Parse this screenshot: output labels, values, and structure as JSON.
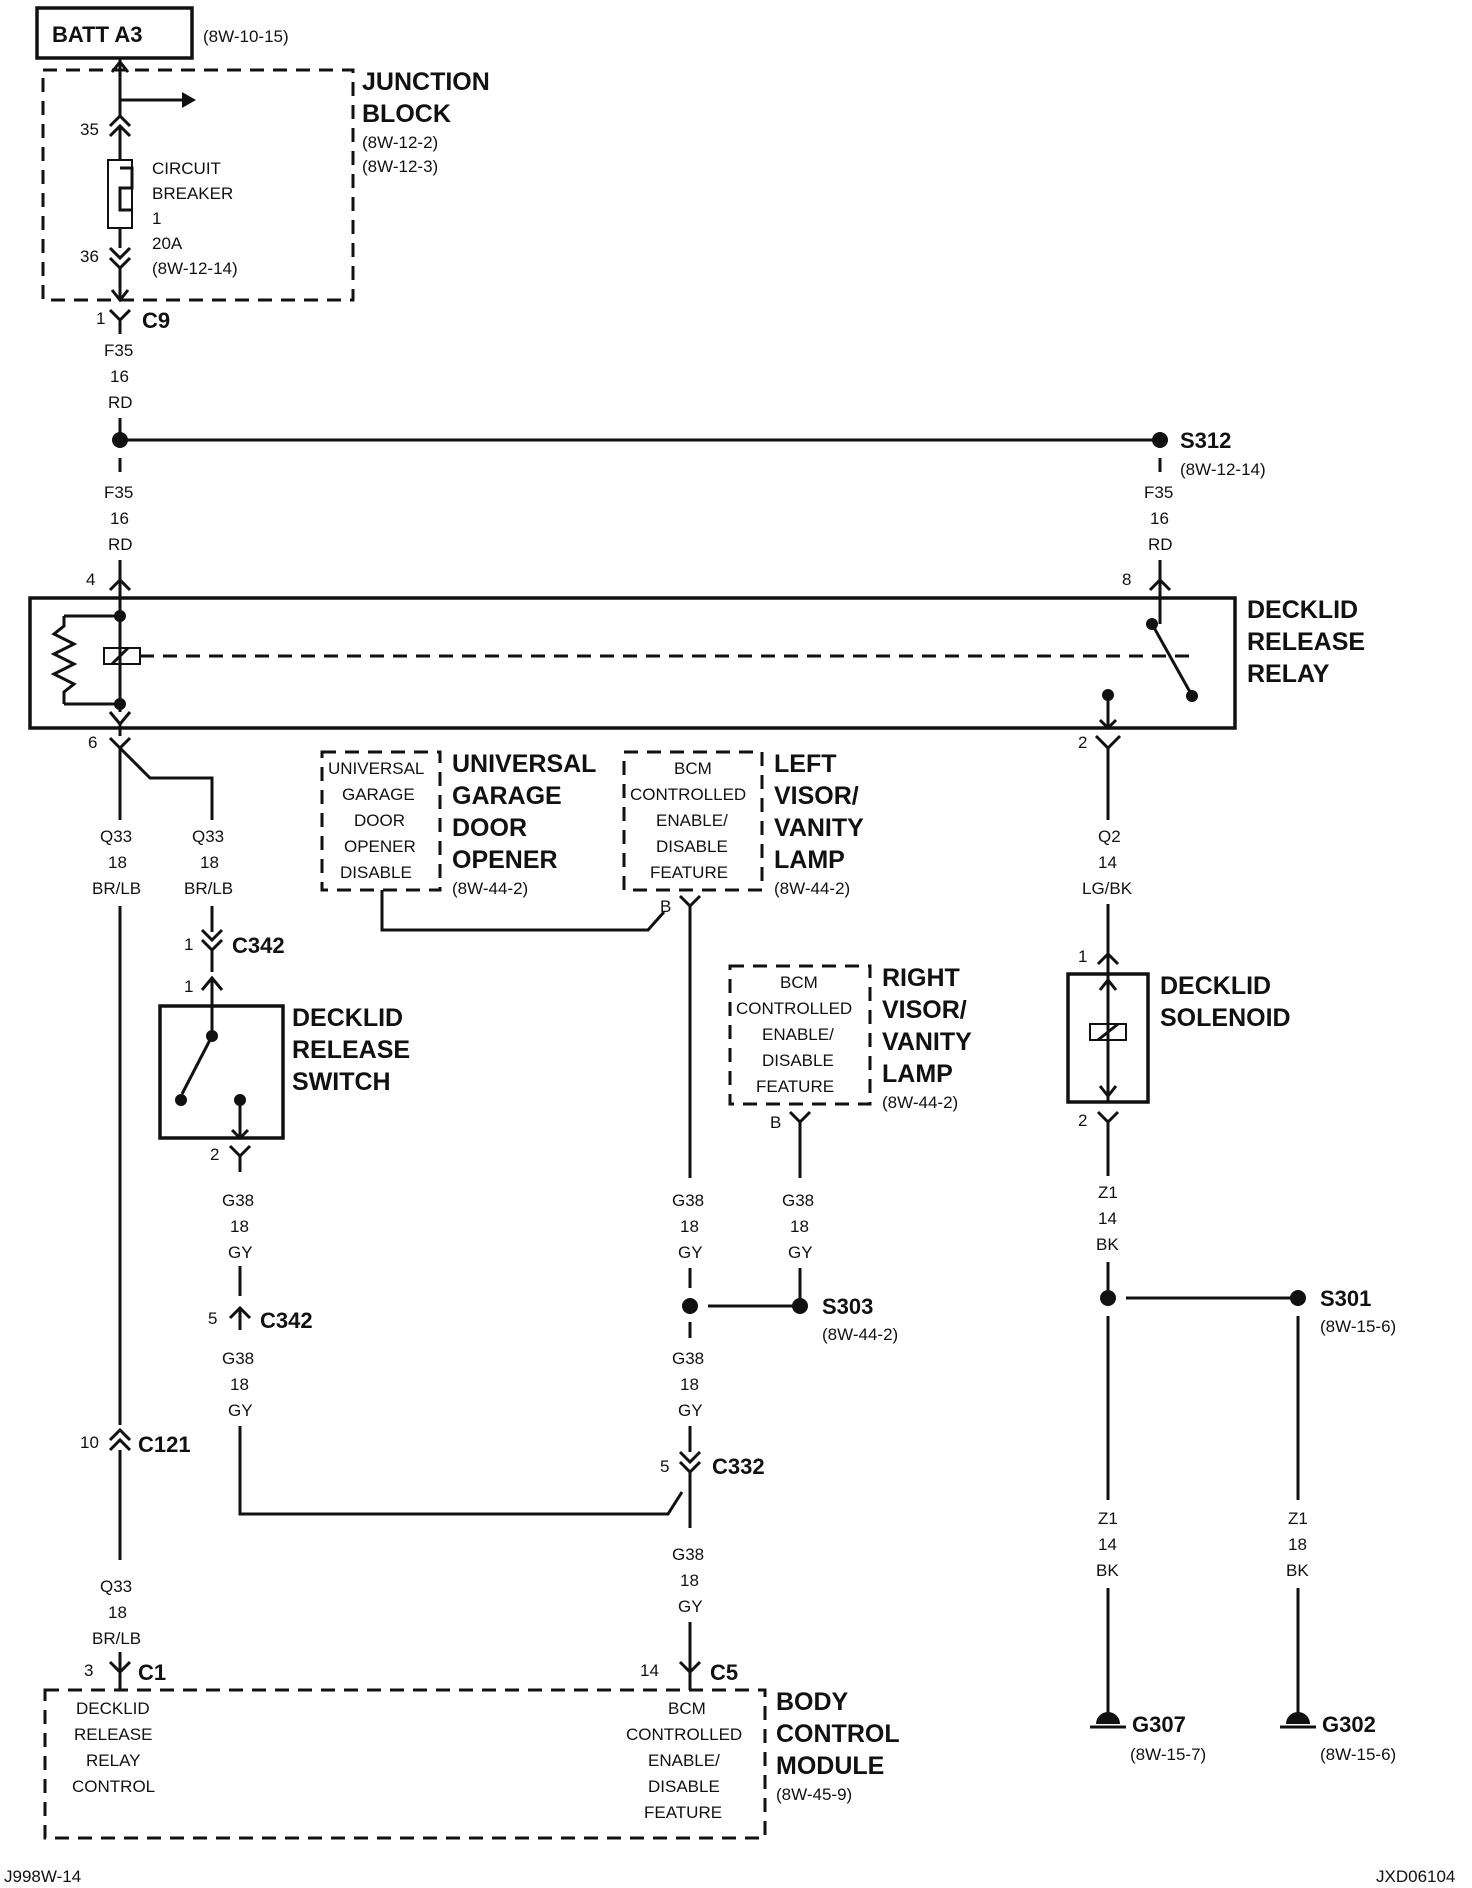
{
  "top": {
    "batt_label": "BATT A3",
    "batt_ref": "(8W-10-15)"
  },
  "junction_block": {
    "title_1": "JUNCTION",
    "title_2": "BLOCK",
    "ref_1": "(8W-12-2)",
    "ref_2": "(8W-12-3)",
    "pin_in": "35",
    "pin_out": "36",
    "cb_1": "CIRCUIT",
    "cb_2": "BREAKER",
    "cb_3": "1",
    "cb_4": "20A",
    "cb_5": "(8W-12-14)"
  },
  "c9": {
    "pin": "1",
    "name": "C9"
  },
  "wire_f35": {
    "code": "F35",
    "gauge": "16",
    "color": "RD"
  },
  "s312": {
    "name": "S312",
    "ref": "(8W-12-14)"
  },
  "relay": {
    "title_1": "DECKLID",
    "title_2": "RELEASE",
    "title_3": "RELAY",
    "pin_4": "4",
    "pin_8": "8",
    "pin_6": "6",
    "pin_2": "2"
  },
  "wire_q33": {
    "code": "Q33",
    "gauge": "18",
    "color": "BR/LB"
  },
  "garage": {
    "box_1": "UNIVERSAL",
    "box_2": "GARAGE",
    "box_3": "DOOR",
    "box_4": "OPENER",
    "box_5": "DISABLE",
    "title_1": "UNIVERSAL",
    "title_2": "GARAGE",
    "title_3": "DOOR",
    "title_4": "OPENER",
    "ref": "(8W-44-2)"
  },
  "bcm_feature": {
    "l1": "BCM",
    "l2": "CONTROLLED",
    "l3": "ENABLE/",
    "l4": "DISABLE",
    "l5": "FEATURE"
  },
  "left_visor": {
    "title_1": "LEFT",
    "title_2": "VISOR/",
    "title_3": "VANITY",
    "title_4": "LAMP",
    "ref": "(8W-44-2)",
    "pin": "B"
  },
  "right_visor": {
    "title_1": "RIGHT",
    "title_2": "VISOR/",
    "title_3": "VANITY",
    "title_4": "LAMP",
    "ref": "(8W-44-2)",
    "pin": "B"
  },
  "wire_q2": {
    "code": "Q2",
    "gauge": "14",
    "color": "LG/BK"
  },
  "solenoid": {
    "title_1": "DECKLID",
    "title_2": "SOLENOID",
    "pin_1": "1",
    "pin_2": "2"
  },
  "c342": {
    "name": "C342",
    "pin_1": "1",
    "pin_5": "5"
  },
  "switch": {
    "title_1": "DECKLID",
    "title_2": "RELEASE",
    "title_3": "SWITCH",
    "pin_1": "1",
    "pin_2": "2"
  },
  "wire_g38": {
    "code": "G38",
    "gauge": "18",
    "color": "GY"
  },
  "wire_z1_14": {
    "code": "Z1",
    "gauge": "14",
    "color": "BK"
  },
  "wire_z1_18": {
    "code": "Z1",
    "gauge": "18",
    "color": "BK"
  },
  "s303": {
    "name": "S303",
    "ref": "(8W-44-2)"
  },
  "s301": {
    "name": "S301",
    "ref": "(8W-15-6)"
  },
  "c121": {
    "pin": "10",
    "name": "C121"
  },
  "c332": {
    "pin": "5",
    "name": "C332"
  },
  "c1": {
    "pin": "3",
    "name": "C1"
  },
  "c5": {
    "pin": "14",
    "name": "C5"
  },
  "bcm_module": {
    "title_1": "BODY",
    "title_2": "CONTROL",
    "title_3": "MODULE",
    "ref": "(8W-45-9)",
    "relay_ctrl_1": "DECKLID",
    "relay_ctrl_2": "RELEASE",
    "relay_ctrl_3": "RELAY",
    "relay_ctrl_4": "CONTROL"
  },
  "g307": {
    "name": "G307",
    "ref": "(8W-15-7)"
  },
  "g302": {
    "name": "G302",
    "ref": "(8W-15-6)"
  },
  "footer": {
    "left": "J998W-14",
    "right": "JXD06104"
  }
}
